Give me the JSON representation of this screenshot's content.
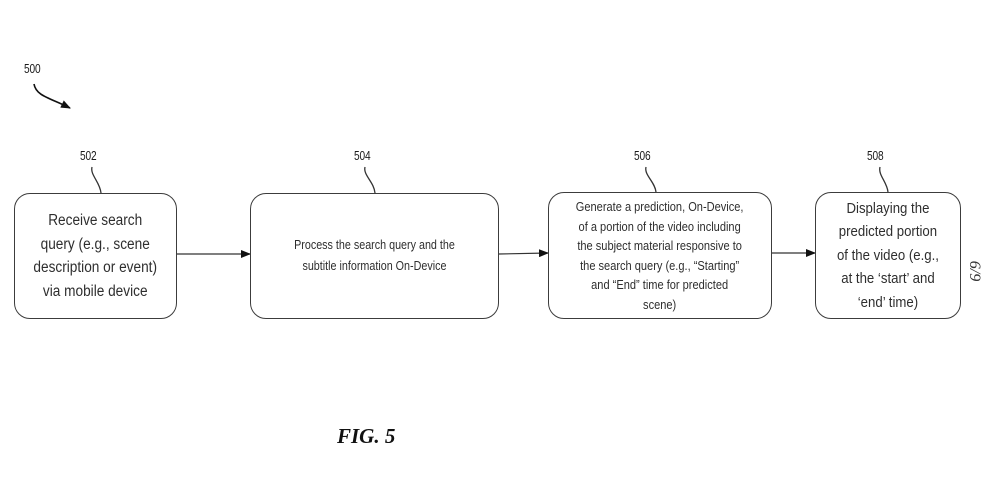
{
  "diagram": {
    "figure_ref": "500",
    "caption": "FIG. 5",
    "sheet_number": "6/9",
    "steps": [
      {
        "ref": "502",
        "text": "Receive search\nquery (e.g., scene\ndescription or event)\nvia mobile device"
      },
      {
        "ref": "504",
        "text": "Process the search query and the\nsubtitle information On-Device"
      },
      {
        "ref": "506",
        "text": "Generate a prediction, On-Device,\nof a portion of the video including\nthe subject material responsive to\nthe search query (e.g.,  “Starting”\nand “End” time for predicted\nscene)"
      },
      {
        "ref": "508",
        "text": "Displaying the\npredicted portion\nof the video (e.g.,\nat the ‘start’ and\n‘end’ time)"
      }
    ],
    "edges": [
      {
        "from": "502",
        "to": "504"
      },
      {
        "from": "504",
        "to": "506"
      },
      {
        "from": "506",
        "to": "508"
      }
    ]
  }
}
